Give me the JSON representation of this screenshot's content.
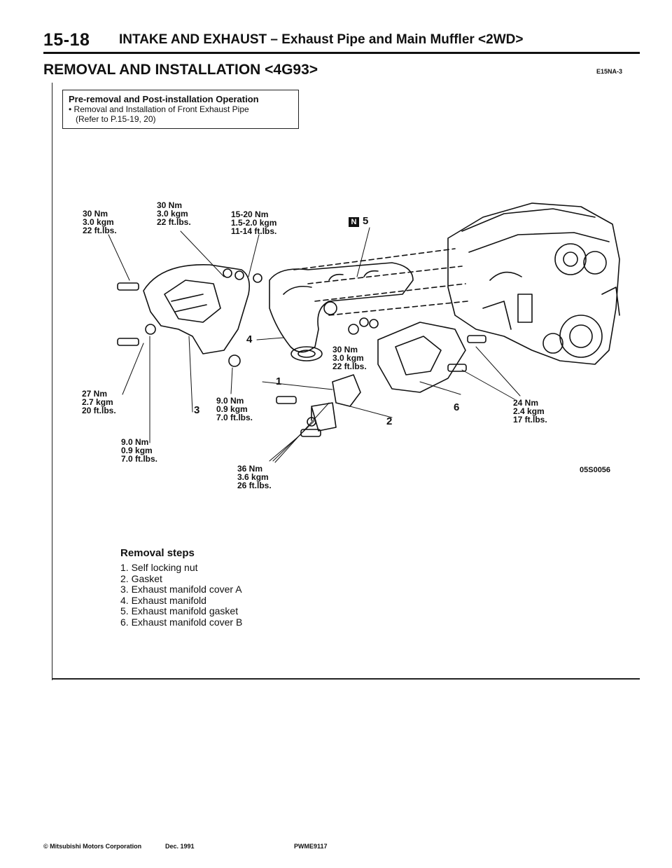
{
  "header": {
    "page_number": "15-18",
    "title": "INTAKE AND EXHAUST – Exhaust Pipe and Main Muffler <2WD>"
  },
  "section": {
    "title": "REMOVAL AND INSTALLATION <4G93>",
    "code": "E15NA-3"
  },
  "pre_removal": {
    "title": "Pre-removal and Post-installation Operation",
    "item": "• Removal and Installation of Front Exhaust Pipe",
    "ref": "(Refer to P.15-19, 20)"
  },
  "torques": {
    "t_left_top": [
      "30 Nm",
      "3.0 kgm",
      "22 ft.lbs."
    ],
    "t_mid_top": [
      "30 Nm",
      "3.0 kgm",
      "22 ft.lbs."
    ],
    "t_manifold_top": [
      "15-20 Nm",
      "1.5-2.0 kgm",
      "11-14 ft.lbs."
    ],
    "t_flange": [
      "30 Nm",
      "3.0 kgm",
      "22 ft.lbs."
    ],
    "t_left_bottom": [
      "27 Nm",
      "2.7 kgm",
      "20 ft.lbs."
    ],
    "t_cover_bolt": [
      "9.0 Nm",
      "0.9 kgm",
      "7.0 ft.lbs."
    ],
    "t_cover_lower": [
      "9.0 Nm",
      "0.9 kgm",
      "7.0 ft.lbs."
    ],
    "t_bracket": [
      "36 Nm",
      "3.6 kgm",
      "26 ft.lbs."
    ],
    "t_right": [
      "24 Nm",
      "2.4 kgm",
      "17 ft.lbs."
    ]
  },
  "callouts": {
    "c1": "1",
    "c2": "2",
    "c3": "3",
    "c4": "4",
    "c5": "5",
    "c6": "6",
    "n_mark": "N"
  },
  "figure_code": "05S0056",
  "removal": {
    "title": "Removal steps",
    "steps": [
      "1.  Self locking nut",
      "2.  Gasket",
      "3.  Exhaust manifold cover A",
      "4.  Exhaust manifold",
      "5.  Exhaust manifold gasket",
      "6.  Exhaust manifold cover B"
    ]
  },
  "footer": {
    "copyright": "© Mitsubishi Motors Corporation",
    "date": "Dec. 1991",
    "code": "PWME9117"
  }
}
